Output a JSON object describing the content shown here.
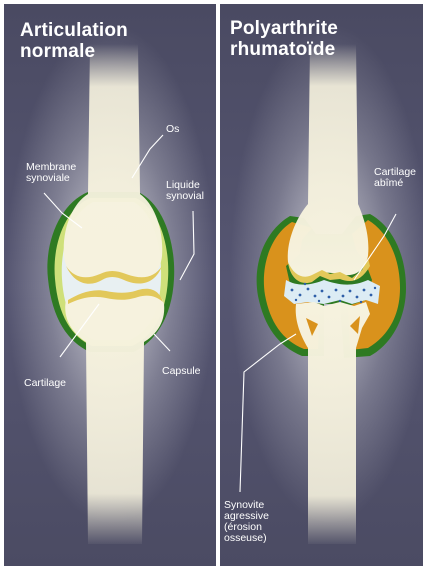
{
  "colors": {
    "panel_bg": "#50506a",
    "bone": "#f6f2de",
    "cartilage": "#e2c85a",
    "capsule_edge": "#2e7a22",
    "synovium_normal": "#cfe07a",
    "synovium_inflamed": "#d9921c",
    "synovial_fluid": "#dcecf4",
    "fluid_dots": "#2f5fa8",
    "label_text": "#ffffff"
  },
  "left": {
    "title": "Articulation\nnormale",
    "labels": {
      "os": "Os",
      "membrane": "Membrane\nsynoviale",
      "liquide": "Liquide\nsynovial",
      "cartilage": "Cartilage",
      "capsule": "Capsule"
    }
  },
  "right": {
    "title": "Polyarthrite\nrhumatoïde",
    "labels": {
      "cartilage_abime": "Cartilage\nabîmé",
      "synovite": "Synovite\nagressive\n(érosion\nosseuse)"
    }
  }
}
